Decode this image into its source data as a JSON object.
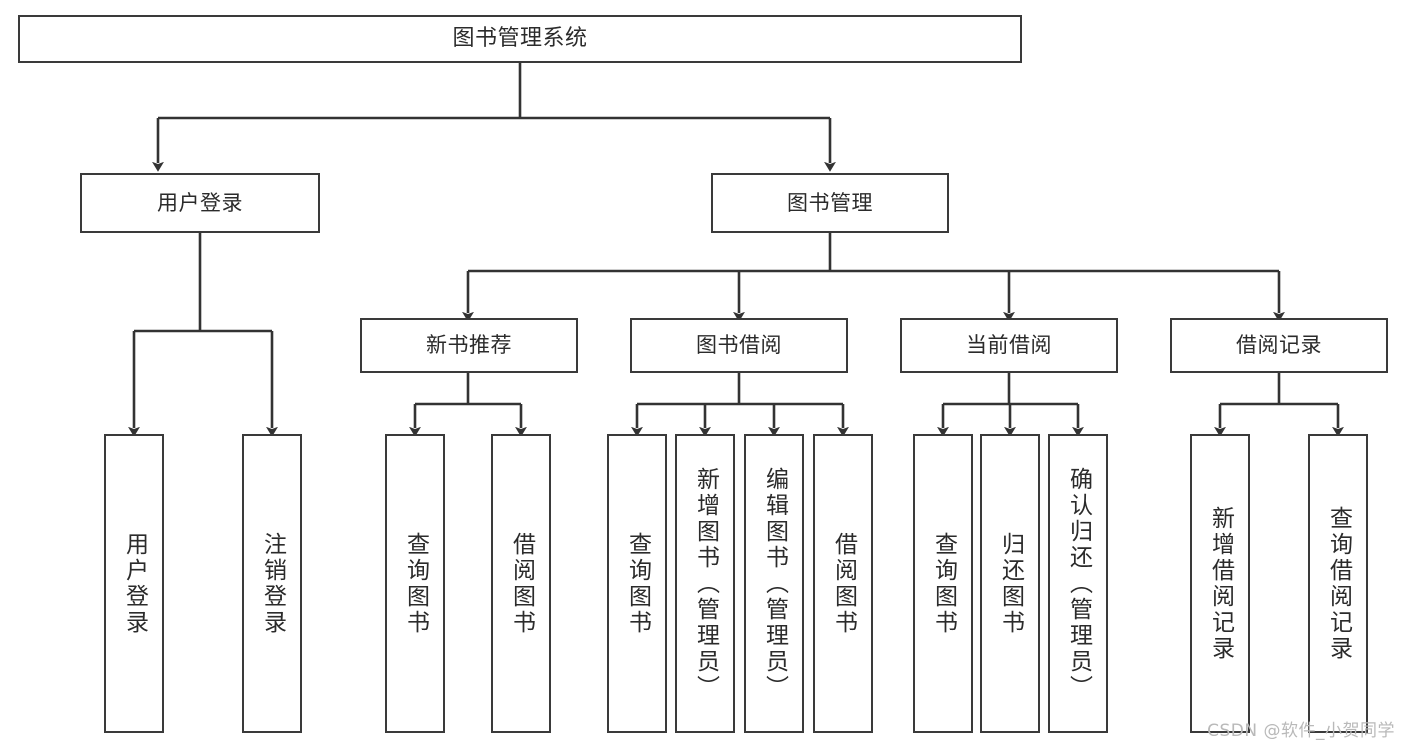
{
  "diagram": {
    "title": "图书管理系统",
    "type": "tree-hierarchy-diagram",
    "root": {
      "id": "root",
      "label": "图书管理系统"
    },
    "level2": [
      {
        "id": "user-login",
        "label": "用户登录"
      },
      {
        "id": "book-manage",
        "label": "图书管理"
      }
    ],
    "level3": [
      {
        "id": "new-book-recommend",
        "label": "新书推荐",
        "parent": "book-manage"
      },
      {
        "id": "book-borrow",
        "label": "图书借阅",
        "parent": "book-manage"
      },
      {
        "id": "current-borrow",
        "label": "当前借阅",
        "parent": "book-manage"
      },
      {
        "id": "borrow-record",
        "label": "借阅记录",
        "parent": "book-manage"
      }
    ],
    "leaves": {
      "user_login": [
        {
          "id": "leaf-user-login",
          "label": "用户登录"
        },
        {
          "id": "leaf-logout-login",
          "label": "注销登录"
        }
      ],
      "new_book_recommend": [
        {
          "id": "leaf-query-book-1",
          "label": "查询图书"
        },
        {
          "id": "leaf-borrow-book-1",
          "label": "借阅图书"
        }
      ],
      "book_borrow": [
        {
          "id": "leaf-query-book-2",
          "label": "查询图书"
        },
        {
          "id": "leaf-add-book",
          "label": "新增图书（管理员）"
        },
        {
          "id": "leaf-edit-book",
          "label": "编辑图书（管理员）"
        },
        {
          "id": "leaf-borrow-book-2",
          "label": "借阅图书"
        }
      ],
      "current_borrow": [
        {
          "id": "leaf-query-book-3",
          "label": "查询图书"
        },
        {
          "id": "leaf-return-book",
          "label": "归还图书"
        },
        {
          "id": "leaf-confirm-return",
          "label": "确认归还（管理员）"
        }
      ],
      "borrow_record": [
        {
          "id": "leaf-add-record",
          "label": "新增借阅记录"
        },
        {
          "id": "leaf-query-record",
          "label": "查询借阅记录"
        }
      ]
    },
    "colors": {
      "border": "#3a3a3a",
      "text": "#2b2b2b",
      "background": "#ffffff",
      "edge": "#333333",
      "watermark": "#b9b9b9"
    }
  },
  "watermark": {
    "text": "CSDN @软件_小贺同学"
  }
}
